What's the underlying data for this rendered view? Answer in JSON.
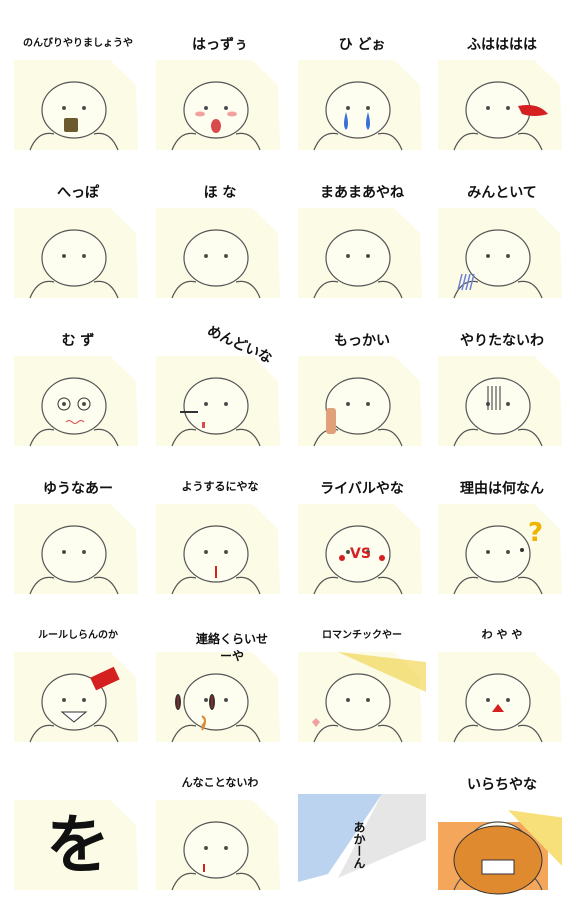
{
  "stickers": [
    {
      "caption": "のんびりやりましょうや",
      "icon": "relaxing-tea-face",
      "bg": "#fbfbe6",
      "accent": "#6b5a2e"
    },
    {
      "caption": "はっずぅ",
      "icon": "embarrassed-face",
      "bg": "#fbfbe6",
      "accent": "#d94a4a"
    },
    {
      "caption": "ひ  どぉ",
      "icon": "crying-face",
      "bg": "#fbfbe6",
      "accent": "#3a6fd8"
    },
    {
      "caption": "ふはははは",
      "icon": "laughing-face",
      "bg": "#fbfbe6",
      "accent": "#d42020"
    },
    {
      "caption": "へっぽ",
      "icon": "blank-face",
      "bg": "#fbfbe6",
      "accent": "#333333"
    },
    {
      "caption": "ほ な",
      "icon": "waving-face",
      "bg": "#fbfbe6",
      "accent": "#333333"
    },
    {
      "caption": "まあまあやね",
      "icon": "shrug-face",
      "bg": "#fbfbe6",
      "accent": "#333333"
    },
    {
      "caption": "みんといて",
      "icon": "hand-block",
      "bg": "#fbfbe6",
      "accent": "#6b7fd6"
    },
    {
      "caption": "む  ず",
      "icon": "dizzy-face",
      "bg": "#fbfbe6",
      "accent": "#d94a4a"
    },
    {
      "caption": "めんどいな",
      "icon": "lazy-face",
      "bg": "#fbfbe6",
      "accent": "#d94a4a"
    },
    {
      "caption": "もっかい",
      "icon": "one-more-face",
      "bg": "#fbfbe6",
      "accent": "#e0a07a"
    },
    {
      "caption": "やりたないわ",
      "icon": "gloomy-face",
      "bg": "#fbfbe6",
      "accent": "#333333"
    },
    {
      "caption": "ゆうなあー",
      "icon": "pointing-face",
      "bg": "#fbfbe6",
      "accent": "#333333"
    },
    {
      "caption": "ようするにやな",
      "icon": "explaining-face",
      "bg": "#fbfbe6",
      "accent": "#2b5fd8"
    },
    {
      "caption": "ライバルやな",
      "icon": "rival-faces",
      "bg": "#fbfbe6",
      "accent": "#d42020"
    },
    {
      "caption": "理由は何なん",
      "icon": "question-face",
      "bg": "#fbfbe6",
      "accent": "#f0b400"
    },
    {
      "caption": "ルールしらんのか",
      "icon": "angry-face",
      "bg": "#fbfbe6",
      "accent": "#d42020"
    },
    {
      "caption": "連絡くらいせーや",
      "icon": "contact-face",
      "bg": "#fbfbe6",
      "accent": "#e08a30"
    },
    {
      "caption": "ロマンチックやー",
      "icon": "romantic-face",
      "bg": "#fbfbe6",
      "accent": "#f0d040"
    },
    {
      "caption": "わ  や  や",
      "icon": "oh-no-face",
      "bg": "#fbfbe6",
      "accent": "#d42020"
    },
    {
      "caption": "を",
      "icon": "big-wo-char",
      "bg": "#fbfbe6",
      "accent": "#111111"
    },
    {
      "caption": "んなことないわ",
      "icon": "denying-face",
      "bg": "#fbfbe6",
      "accent": "#d42020"
    },
    {
      "caption": "あかーん",
      "icon": "no-way-face",
      "bg": "#bcd3f0",
      "accent": "#6b9ad8"
    },
    {
      "caption": "いらちやな",
      "icon": "irritated-face",
      "bg": "#f4a65a",
      "accent": "#e08a30"
    }
  ],
  "special_texts": {
    "wo_char": "を",
    "akan": "あかーん",
    "vs": "VS",
    "question": "?"
  }
}
